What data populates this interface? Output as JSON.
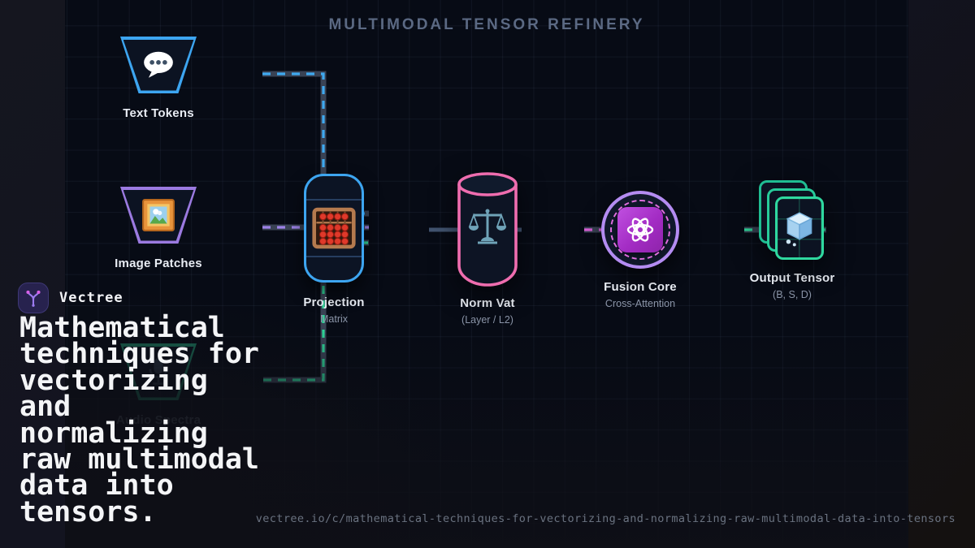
{
  "title": "MULTIMODAL TENSOR REFINERY",
  "colors": {
    "background": "#13141c",
    "panel": "#070b15",
    "title_text": "#5b6983",
    "accent_blue": "#3fa9f0",
    "accent_purple": "#9b7ae0",
    "accent_green": "#2fd498",
    "accent_pink": "#ef6daf",
    "accent_magenta": "#d95ed6",
    "core_ring_purple": "#b48cf2",
    "label_white": "#e9edf4",
    "sublabel_gray": "#8b95a8"
  },
  "pipeline": {
    "inputs": [
      {
        "label": "Text Tokens",
        "icon": "speech-bubble-icon",
        "color": "#3da5f0",
        "shape": "trapezoid"
      },
      {
        "label": "Image Patches",
        "icon": "framed-picture-icon",
        "color": "#9b7ae0",
        "shape": "trapezoid"
      },
      {
        "label": "Audio Spectra",
        "icon": "microphone-icon",
        "color": "#2dd49a",
        "shape": "trapezoid",
        "dimmed": true
      }
    ],
    "stages": [
      {
        "label": "Projection",
        "sublabel": "Matrix",
        "icon": "abacus-icon",
        "color": "#3da5f0",
        "shape": "rounded-capsule"
      },
      {
        "label": "Norm Vat",
        "sublabel": "(Layer / L2)",
        "icon": "balance-scale-icon",
        "color": "#ef6daf",
        "shape": "cylinder"
      },
      {
        "label": "Fusion Core",
        "sublabel": "Cross-Attention",
        "icon": "atom-icon",
        "color": "#b48cf2",
        "shape": "circle"
      },
      {
        "label": "Output Tensor",
        "sublabel": "(B, S, D)",
        "icon": "tensor-cube-icon",
        "color": "#2fd89f",
        "shape": "stacked-cards"
      }
    ]
  },
  "brand": {
    "name": "Vectree",
    "logo_icon": "vectree-branch-icon"
  },
  "overlay": {
    "headline": "Mathematical techniques for vectorizing and normalizing raw multimodal data into tensors."
  },
  "footer": {
    "url": "vectree.io/c/mathematical-techniques-for-vectorizing-and-normalizing-raw-multimodal-data-into-tensors"
  }
}
